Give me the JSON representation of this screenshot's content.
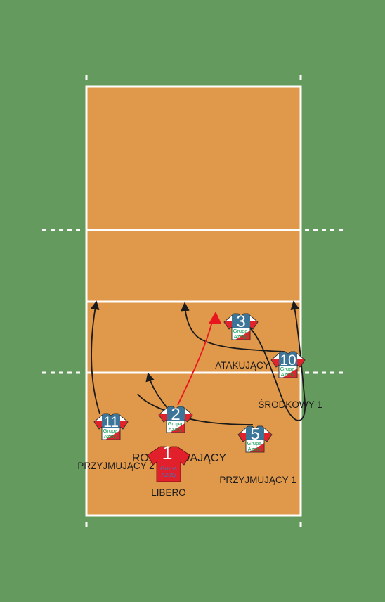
{
  "colors": {
    "grass": "#649a5e",
    "court": "#e0984a",
    "line": "#ffffff",
    "arrow": "#1a1a1a",
    "setter_arrow": "#e8171f",
    "jersey_blue": "#3c7598",
    "jersey_red": "#e0242b",
    "libero_red": "#e2202b",
    "sponsor_green": "#0c9a4e",
    "sponsor_blue": "#4a6fb4",
    "label_text": "#1a1a1a"
  },
  "sponsor": {
    "line1": "Grupa",
    "line2": "Azoty"
  },
  "players": [
    {
      "id": "p11",
      "number": "11",
      "role": "PRZYJMUJĄCY 2",
      "kind": "field"
    },
    {
      "id": "p2",
      "number": "2",
      "role": "ROZGRYWAJĄCY",
      "kind": "field"
    },
    {
      "id": "p1",
      "number": "1",
      "role": "LIBERO",
      "kind": "libero"
    },
    {
      "id": "p5",
      "number": "5",
      "role": "PRZYJMUJĄCY 1",
      "kind": "field"
    },
    {
      "id": "p3",
      "number": "3",
      "role": "ATAKUJĄCY",
      "kind": "field"
    },
    {
      "id": "p10",
      "number": "10",
      "role": "ŚRODKOWY 1",
      "kind": "field"
    }
  ]
}
